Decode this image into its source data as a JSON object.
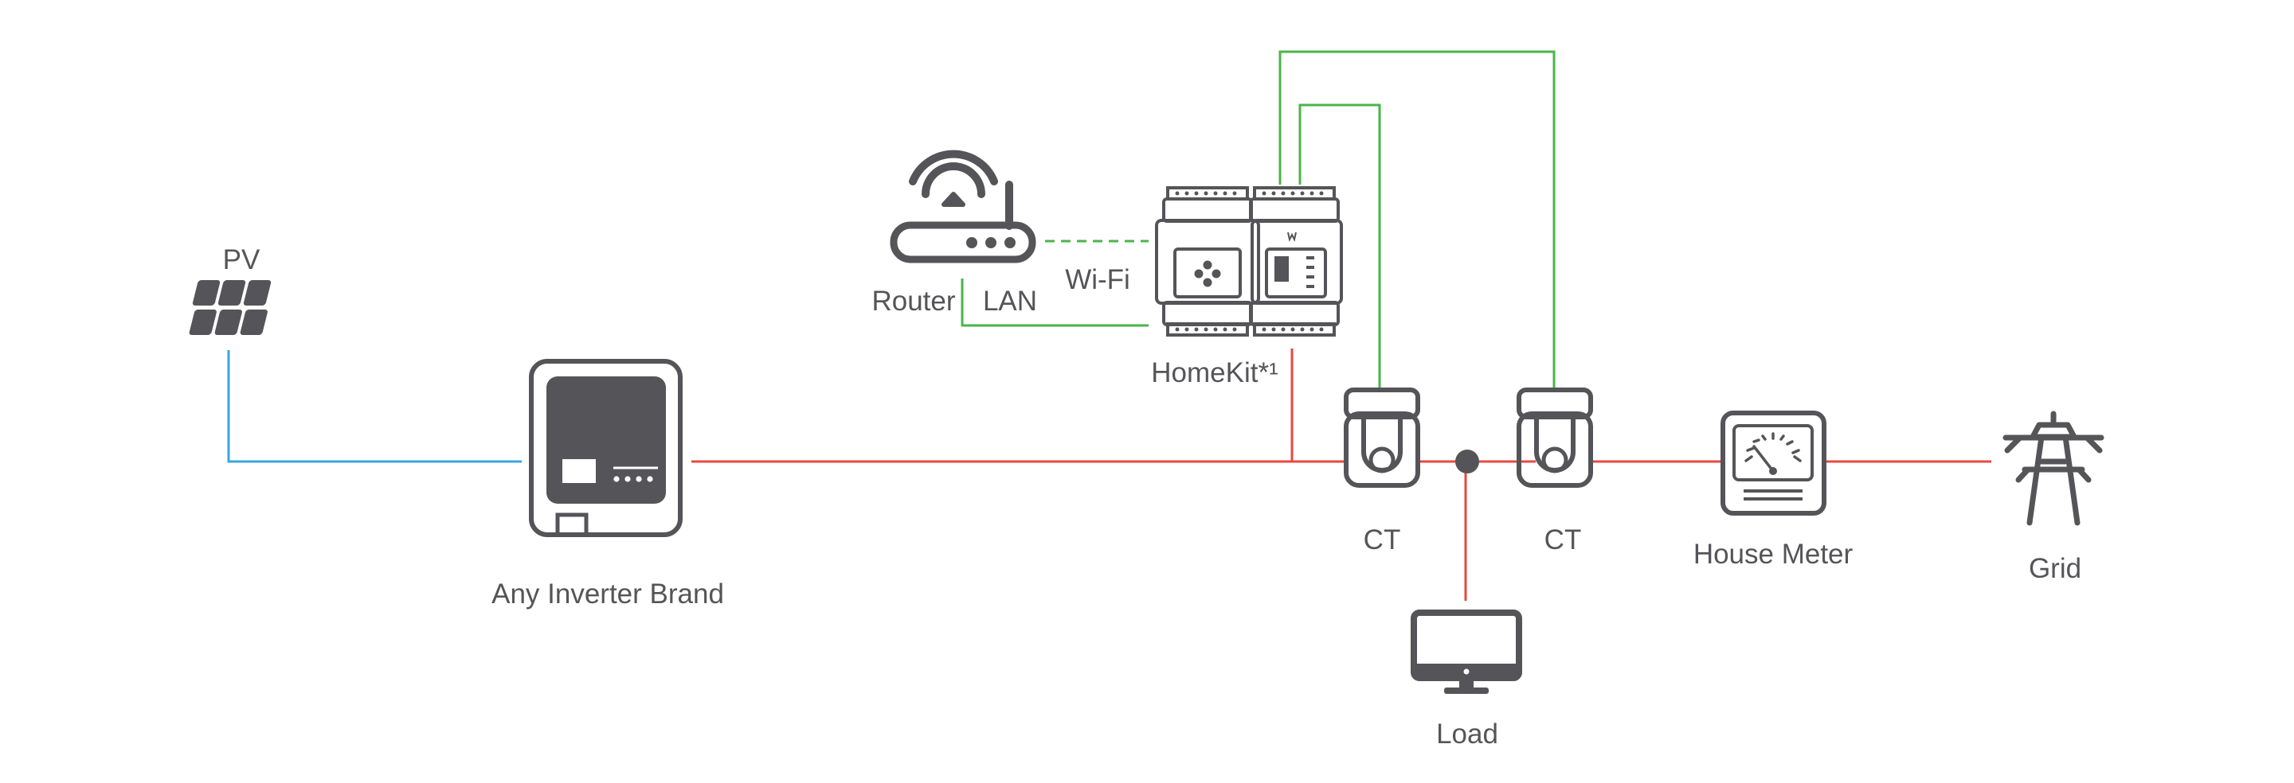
{
  "labels": {
    "pv": "PV",
    "inverter": "Any Inverter Brand",
    "router": "Router",
    "lan": "LAN",
    "wifi": "Wi-Fi",
    "homekit": "HomeKit*¹",
    "ct_left": "CT",
    "ct_right": "CT",
    "load": "Load",
    "house_meter": "House Meter",
    "grid": "Grid"
  },
  "icons": {
    "pv": "solar-panel-icon",
    "inverter": "inverter-icon",
    "router": "router-icon",
    "homekit": "homekit-device-icon",
    "ct": "current-transformer-icon",
    "load": "monitor-icon",
    "meter": "house-meter-icon",
    "grid": "power-pylon-icon",
    "junction": "junction-dot-icon"
  },
  "colors": {
    "icon": "#555559",
    "dc_line": "#3aa6dd",
    "ac_line": "#e8483f",
    "comm_line": "#49b649",
    "label": "#555559"
  }
}
